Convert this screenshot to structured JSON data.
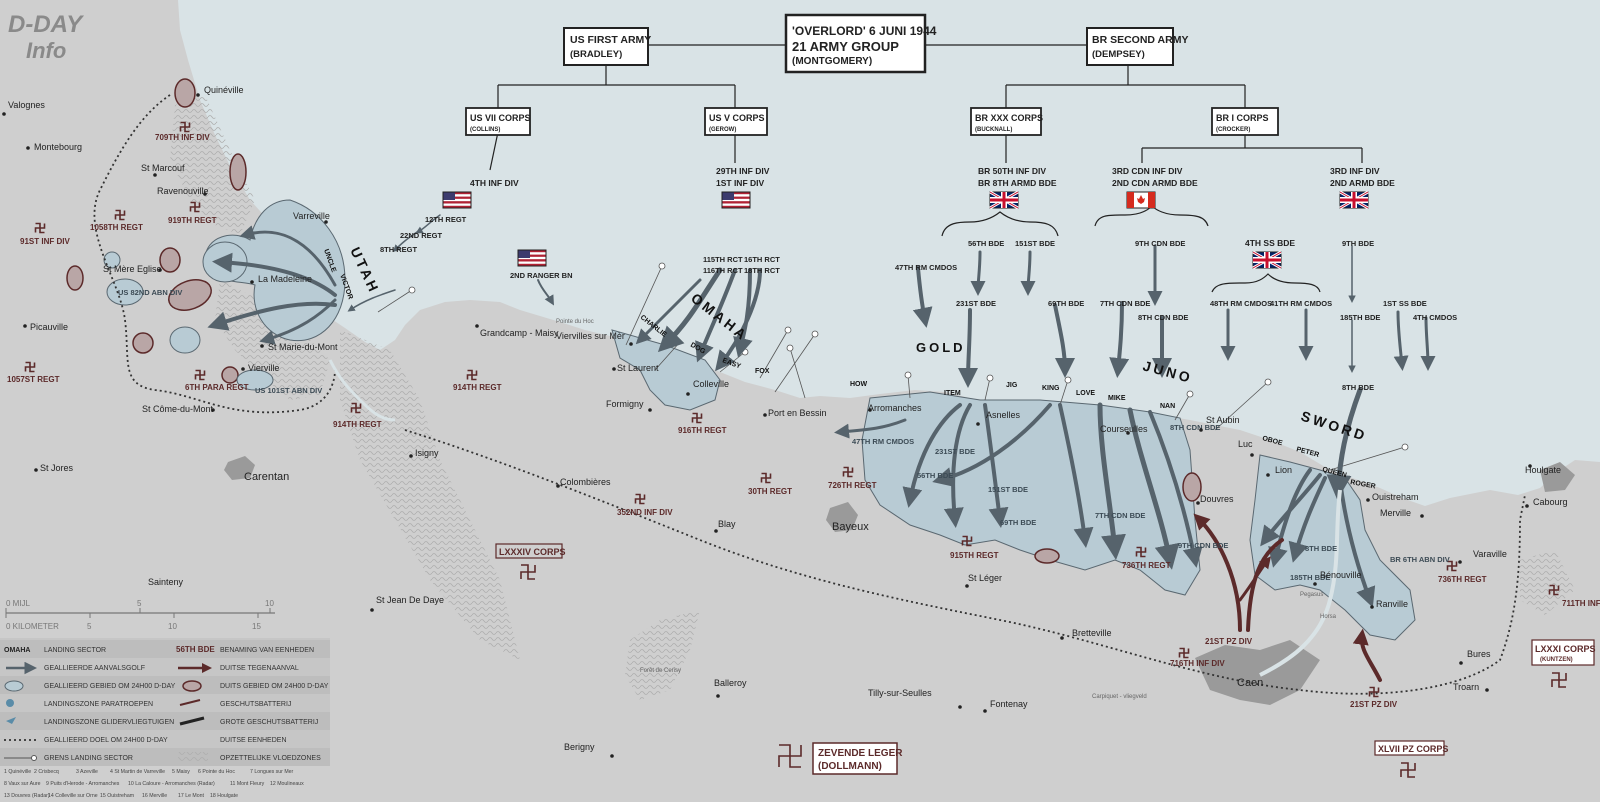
{
  "logo": {
    "line1": "D-DAY",
    "line2": "Info"
  },
  "hq": {
    "line1": "'OVERLORD' 6 JUNI 1944",
    "line2": "21 ARMY GROUP",
    "line3": "(MONTGOMERY)"
  },
  "armies": [
    {
      "name": "US FIRST ARMY",
      "cmdr": "(BRADLEY)"
    },
    {
      "name": "BR SECOND ARMY",
      "cmdr": "(DEMPSEY)"
    }
  ],
  "corps": [
    {
      "name": "US VII CORPS",
      "cmdr": "(COLLINS)"
    },
    {
      "name": "US V CORPS",
      "cmdr": "(GEROW)"
    },
    {
      "name": "BR XXX CORPS",
      "cmdr": "(BUCKNALL)"
    },
    {
      "name": "BR I CORPS",
      "cmdr": "(CROCKER)"
    }
  ],
  "divisions": {
    "utah": "4TH INF DIV",
    "omaha1": "29TH INF DIV",
    "omaha2": "1ST INF DIV",
    "gold1": "BR 50TH INF DIV",
    "gold2": "BR 8TH ARMD BDE",
    "juno1": "3RD CDN INF DIV",
    "juno2": "2ND CDN ARMD BDE",
    "sword1": "3RD INF DIV",
    "sword2": "2ND ARMD BDE",
    "ss": "4TH SS BDE"
  },
  "beaches": [
    "UTAH",
    "OMAHA",
    "GOLD",
    "JUNO",
    "SWORD"
  ],
  "sectors": [
    "UNCLE",
    "VICTOR",
    "CHARLIE",
    "DOG",
    "EASY",
    "FOX",
    "HOW",
    "ITEM",
    "JIG",
    "KING",
    "LOVE",
    "MIKE",
    "NAN",
    "OBOE",
    "PETER",
    "QUEEN",
    "ROGER"
  ],
  "allied_units": [
    "12TH REGT",
    "22ND REGT",
    "8TH REGT",
    "2ND RANGER BN",
    "115TH RCT",
    "116TH RCT",
    "16TH RCT",
    "18TH RCT",
    "47TH RM CMDOS",
    "56TH BDE",
    "151ST BDE",
    "231ST BDE",
    "69TH BDE",
    "9TH CDN BDE",
    "7TH CDN BDE",
    "8TH CDN BDE",
    "48TH RM CMDOS",
    "41TH RM CMDOS",
    "9TH BDE",
    "185TH BDE",
    "1ST SS BDE",
    "4TH CMDOS",
    "8TH BDE",
    "US 82ND ABN DIV",
    "US 101ST ABN DIV",
    "BR 6TH ABN DIV",
    "47TH RM CMDOS",
    "231ST BDE",
    "56TH BDE",
    "151ST BDE",
    "69TH BDE",
    "7TH CDN BDE",
    "9TH CDN BDE",
    "8TH CDN BDE",
    "8TH BDE",
    "185TH BDE"
  ],
  "german_units": [
    "709TH INF DIV",
    "1058TH REGT",
    "919TH REGT",
    "91ST INF DIV",
    "1057ST REGT",
    "6TH PARA REGT",
    "914TH REGT",
    "914TH REGT",
    "916TH REGT",
    "352ND INF DIV",
    "30TH REGT",
    "726TH REGT",
    "915TH REGT",
    "736TH REGT",
    "21ST PZ DIV",
    "716TH INF DIV",
    "21ST PZ DIV",
    "736TH REGT",
    "711TH INF DIV"
  ],
  "german_commands": [
    "LXXXIV CORPS",
    "ZEVENDE LEGER",
    "(DOLLMANN)",
    "LXXXI CORPS",
    "(KUNTZEN)",
    "XLVII PZ CORPS"
  ],
  "towns": [
    "Valognes",
    "Quinéville",
    "Montebourg",
    "St Marcouf",
    "Ravenouville",
    "Varreville",
    "St Mère Eglise",
    "La Madeleine",
    "Picauville",
    "St Marie-du-Mont",
    "Vierville",
    "St Côme-du-Mont",
    "St Jores",
    "Carentan",
    "Grandcamp - Maisy",
    "Isigny",
    "Pointe du Hoc",
    "Viervilles sur Mèr",
    "St Laurent",
    "Colleville",
    "Formigny",
    "Port en Bessin",
    "Colombières",
    "Blay",
    "Sainteny",
    "St Jean De Daye",
    "Bayeux",
    "Arromanches",
    "Asnelles",
    "Courseulles",
    "St Aubin",
    "Luc",
    "Lion",
    "Ouistreham",
    "Douvres",
    "Merville",
    "Cabourg",
    "Houlgate",
    "Varaville",
    "Bénouville",
    "Ranville",
    "Pegasus",
    "Horsa",
    "St Léger",
    "Bretteville",
    "Caen",
    "Fontenay",
    "Tilly-sur-Seulles",
    "Balleroy",
    "Berigny",
    "Carpiquet - vliegveld",
    "Forêt de Cerisy",
    "Bures",
    "Troarn"
  ],
  "scale": {
    "mi": "0 MIJL",
    "km": "0 KILOMETER",
    "mi_ticks": [
      "5",
      "10"
    ],
    "km_ticks": [
      "5",
      "10",
      "15"
    ]
  },
  "legend": [
    [
      "OMAHA",
      "LANDING SECTOR",
      "56TH BDE",
      "BENAMING VAN EENHEDEN"
    ],
    [
      "",
      "GEALLIEERDE AANVALSGOLF",
      "",
      "DUITSE TEGENAANVAL"
    ],
    [
      "",
      "GEALLIEERD GEBIED OM 24H00 D-DAY",
      "",
      "DUITS GEBIED OM 24H00 D-DAY"
    ],
    [
      "",
      "LANDINGSZONE PARATROEPEN",
      "",
      "GESCHUTSBATTERIJ"
    ],
    [
      "",
      "LANDINGSZONE GLIDERVLIEGTUIGEN",
      "",
      "GROTE GESCHUTSBATTERIJ"
    ],
    [
      "",
      "GEALLIEERD DOEL OM 24H00 D-DAY",
      "",
      "DUITSE EENHEDEN"
    ],
    [
      "",
      "GRENS LANDING SECTOR",
      "",
      "OPZETTELIJKE VLOEDZONES"
    ]
  ],
  "batteries": [
    "1 Quinéville",
    "2 Crisbecq",
    "3 Azeville",
    "4 St Martin de Varreville",
    "5 Maisy",
    "6 Pointe du Hoc",
    "7 Longues sur Mer",
    "8 Vaux sur Aure",
    "9 Puits d'Herode - Arromanches",
    "10 La Caloure - Arromanches (Radar)",
    "11 Mont Fleury",
    "12 Moulineaux",
    "13 Douvres (Radar)",
    "14 Colleville sur Orne",
    "15 Ouistreham",
    "16 Merville",
    "17 Le Mont",
    "18 Houlgate"
  ],
  "colors": {
    "sea": "#d9e3e6",
    "land": "#cfcfcf",
    "allied": "#b8cbd4",
    "german": "#5c2a2a",
    "arrow": "#5a6871",
    "text": "#222222"
  }
}
